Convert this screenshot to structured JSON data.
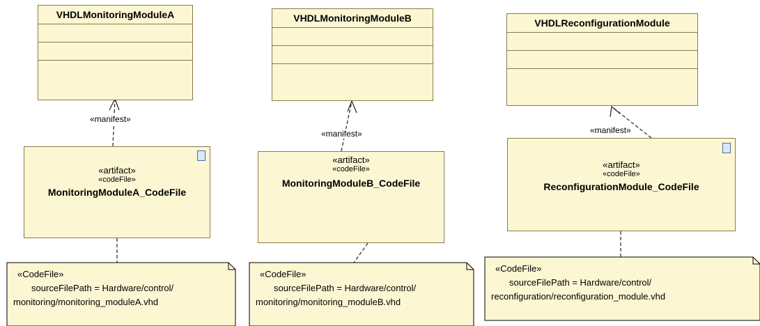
{
  "classes": [
    {
      "name": "VHDLMonitoringModuleA"
    },
    {
      "name": "VHDLMonitoringModuleB"
    },
    {
      "name": "VHDLReconfigurationModule"
    }
  ],
  "artifacts": [
    {
      "stereotype1": "«artifact»",
      "stereotype2": "«codeFile»",
      "name": "MonitoringModuleA_CodeFile"
    },
    {
      "stereotype1": "«artifact»",
      "stereotype2": "«codeFile»",
      "name": "MonitoringModuleB_CodeFile"
    },
    {
      "stereotype1": "«artifact»",
      "stereotype2": "«codeFile»",
      "name": "ReconfigurationModule_CodeFile"
    }
  ],
  "manifest_label": "«manifest»",
  "notes": [
    {
      "title": "«CodeFile»",
      "line1": "sourceFilePath = Hardware/control/",
      "line2": "monitoring/monitoring_moduleA.vhd"
    },
    {
      "title": "«CodeFile»",
      "line1": "sourceFilePath = Hardware/control/",
      "line2": "monitoring/monitoring_moduleB.vhd"
    },
    {
      "title": "«CodeFile»",
      "line1": "sourceFilePath = Hardware/control/",
      "line2": "reconfiguration/reconfiguration_module.vhd"
    }
  ]
}
